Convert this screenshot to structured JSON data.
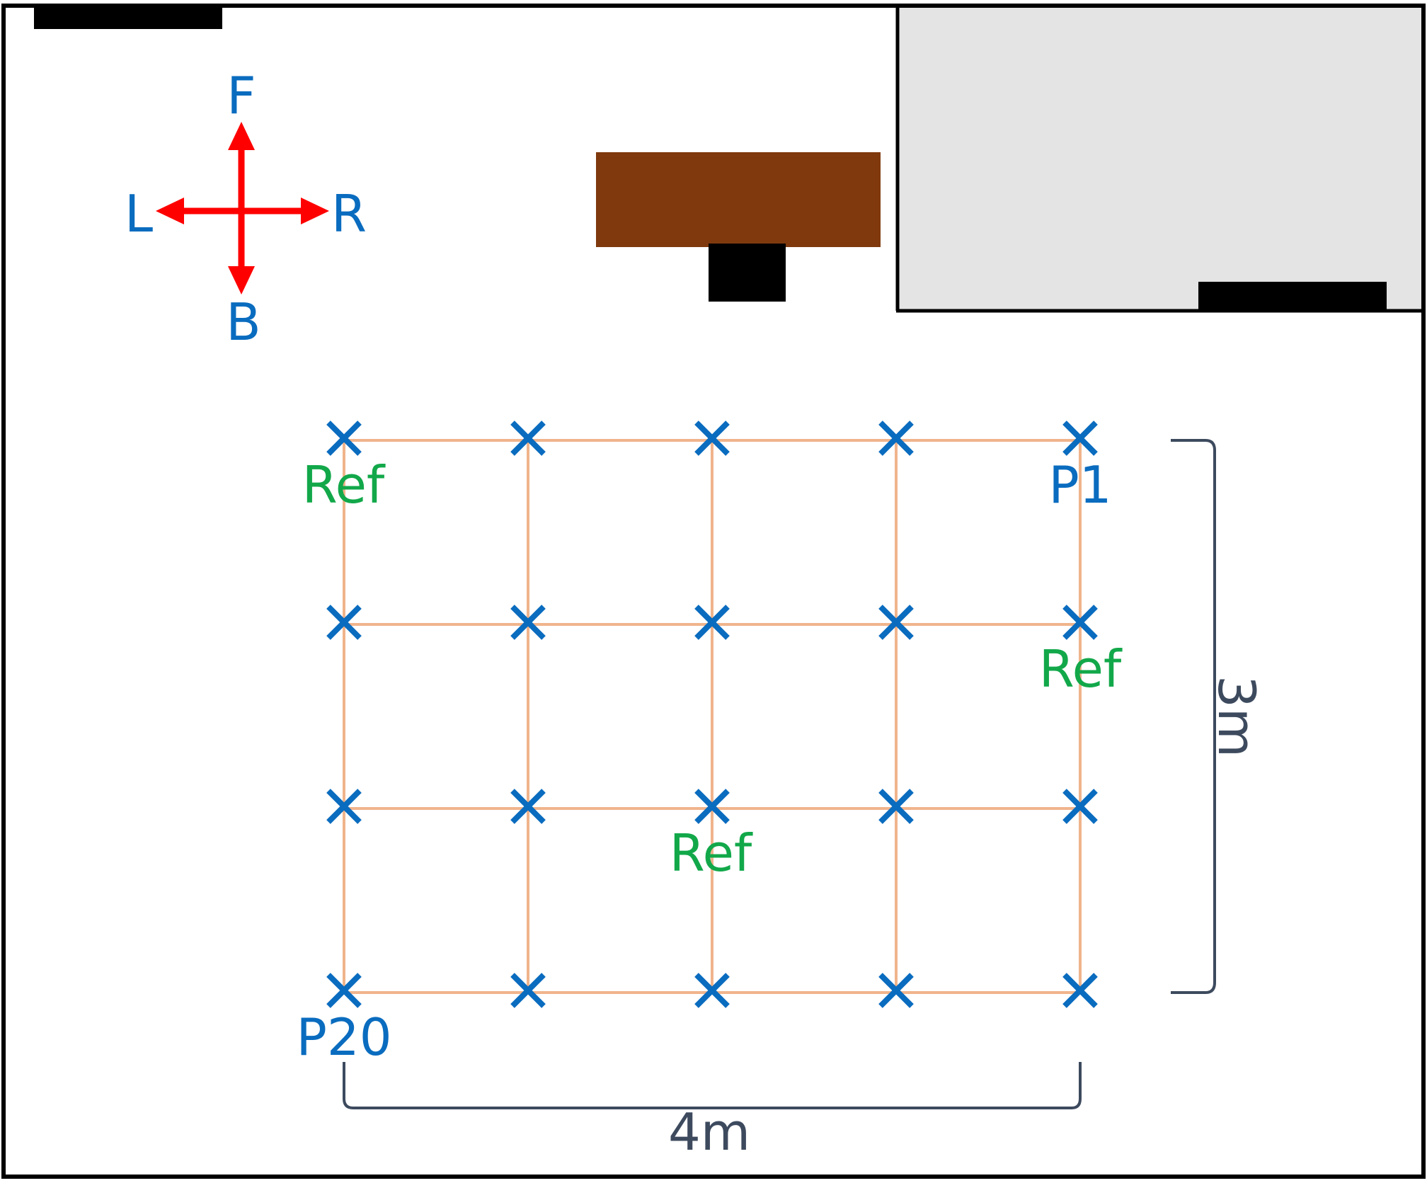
{
  "directions": {
    "forward": "F",
    "back": "B",
    "left": "L",
    "right": "R"
  },
  "labels": {
    "ref_top_left": "Ref",
    "ref_mid_right": "Ref",
    "ref_center": "Ref",
    "p1": "P1",
    "p20": "P20"
  },
  "dimensions": {
    "width": "4m",
    "height": "3m"
  },
  "grid": {
    "columns": 5,
    "rows": 4
  },
  "colors": {
    "arrow": "#ff0000",
    "marker": "#0a6cbf",
    "ref_label": "#12a84a",
    "grid_line": "#f0b48c",
    "table": "#7f390d",
    "room_shade": "#e4e4e4",
    "dimension": "#3d4a5e"
  }
}
